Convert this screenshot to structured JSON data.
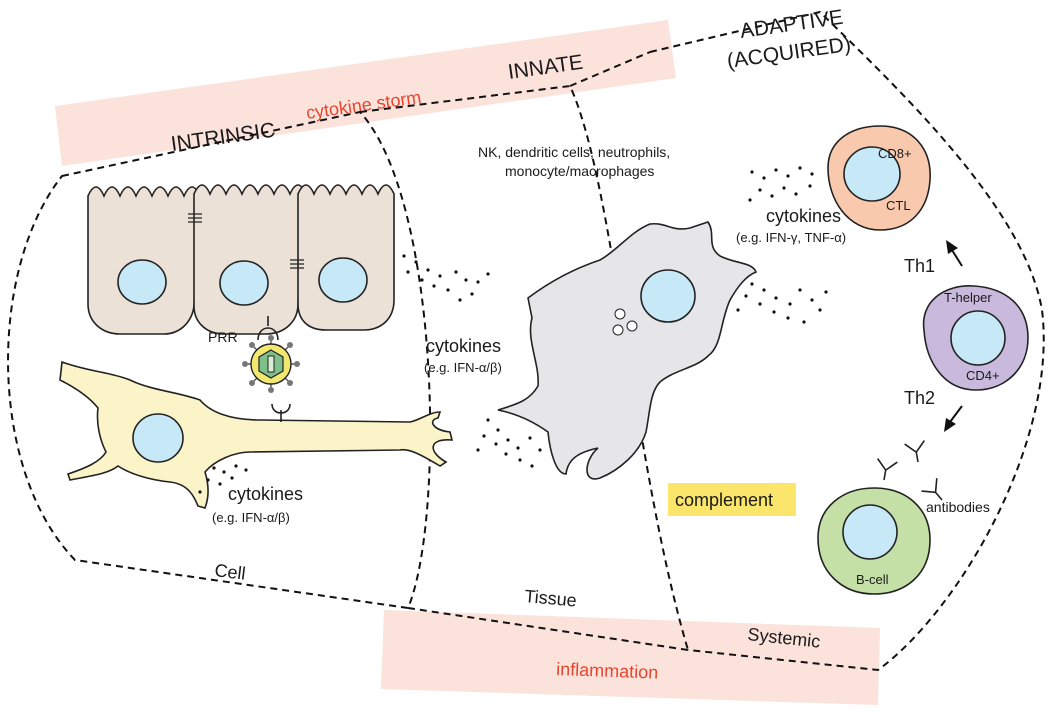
{
  "labels": {
    "intrinsic": "INTRINSIC",
    "innate": "INNATE",
    "adaptive_line1": "ADAPTIVE",
    "adaptive_line2": "(ACQUIRED)",
    "cytokine_storm": "cytokine storm",
    "inflammation": "inflammation",
    "cell": "Cell",
    "tissue": "Tissue",
    "systemic": "Systemic",
    "innate_cells_line1": "NK, dendritic cells, neutrophils,",
    "innate_cells_line2": "monocyte/macrophages",
    "prr": "PRR",
    "cytokines": "cytokines",
    "ifn_ab": "(e.g. IFN-α/β)",
    "ifn_g_tnf": "(e.g. IFN-γ, TNF-α)",
    "complement": "complement",
    "cd8": "CD8+",
    "ctl": "CTL",
    "th1": "Th1",
    "th2": "Th2",
    "t_helper": "T-helper",
    "cd4": "CD4+",
    "b_cell": "B-cell",
    "antibodies": "antibodies"
  },
  "colors": {
    "band": "#fbe3dc",
    "band_text": "#e8452f",
    "epithelium": "#ebe1d6",
    "nucleus": "#c7e8f6",
    "neuron": "#fbf4c9",
    "macrophage": "#e6e6e8",
    "ctl": "#f9c9ad",
    "t_helper": "#c9b9dc",
    "b_cell": "#c5e0a6",
    "complement": "#fbe56a"
  }
}
